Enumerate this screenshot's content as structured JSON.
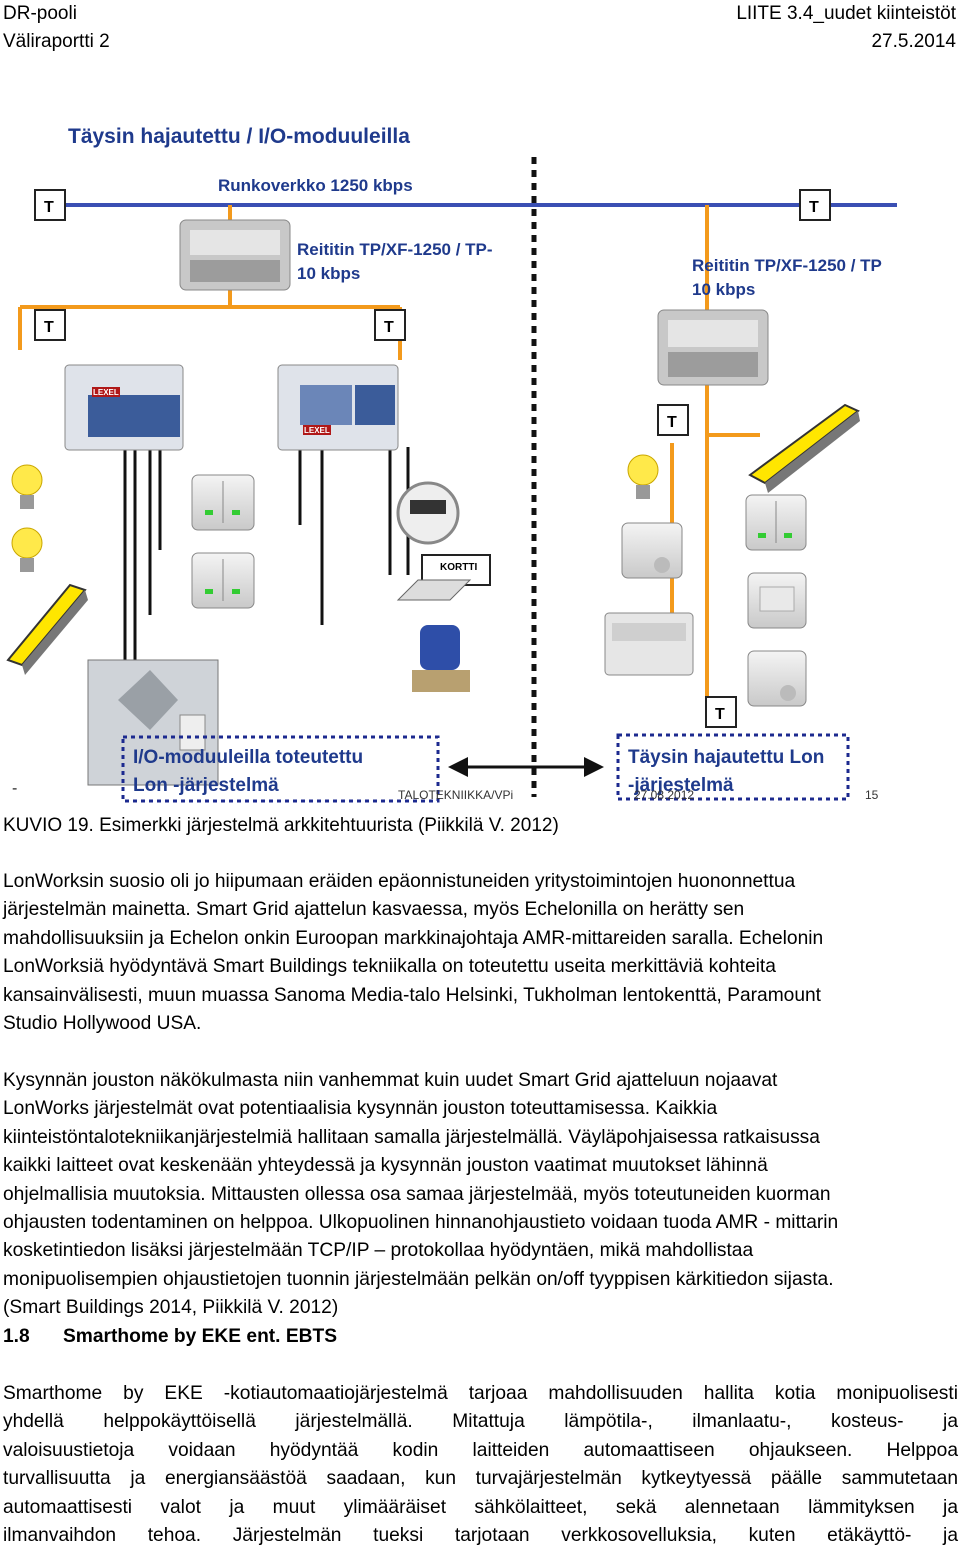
{
  "header": {
    "left_line1": "DR-pooli",
    "left_line2": "Väliraportti 2",
    "right_line1": "LIITE 3.4_uudet kiinteistöt",
    "right_line2": "27.5.2014"
  },
  "figure": {
    "title": "Täysin hajautettu / I/O-moduuleilla",
    "backbone_label": "Runkoverkko 1250 kbps",
    "router_left_label_1": "Reititin TP/XF-1250 / TP-",
    "router_left_label_2": "10 kbps",
    "router_right_label_1": "Reititin TP/XF-1250 / TP",
    "router_right_label_2": "10 kbps",
    "terminator": "T",
    "card_label": "KORTTI",
    "module1_label": "LEXEL",
    "module2_label": "LEXEL",
    "box_left_line1": "I/O-moduuleilla toteutettu",
    "box_left_line2": "Lon -järjestelmä",
    "box_right_line1": "Täysin hajautettu Lon",
    "box_right_line2": "-järjestelmä",
    "footer_org": "TALOTEKNIIKKA/VPi",
    "footer_date": "27.08.2012",
    "footer_page": "15",
    "footer_dash": "-"
  },
  "caption": "KUVIO 19. Esimerkki järjestelmä arkkitehtuurista (Piikkilä V. 2012)",
  "para1": [
    "LonWorksin suosio oli jo hiipumaan eräiden epäonnistuneiden yritystoimintojen huononnettua",
    "järjestelmän mainetta. Smart Grid ajattelun kasvaessa, myös Echelonilla on herätty sen",
    "mahdollisuuksiin ja Echelon onkin Euroopan markkinajohtaja AMR-mittareiden saralla. Echelonin",
    "LonWorksiä hyödyntävä Smart Buildings tekniikalla on toteutettu useita merkittäviä kohteita",
    "kansainvälisesti, muun muassa Sanoma Media-talo Helsinki, Tukholman lentokenttä, Paramount",
    "Studio Hollywood USA."
  ],
  "para2": [
    "Kysynnän jouston näkökulmasta niin vanhemmat kuin uudet Smart Grid ajatteluun nojaavat",
    "LonWorks järjestelmät ovat potentiaalisia kysynnän jouston toteuttamisessa. Kaikkia",
    "kiinteistöntalotekniikanjärjestelmiä hallitaan samalla järjestelmällä. Väyläpohjaisessa ratkaisussa",
    "kaikki laitteet ovat keskenään yhteydessä ja kysynnän jouston vaatimat muutokset lähinnä",
    "ohjelmallisia muutoksia. Mittausten ollessa osa samaa järjestelmää, myös toteutuneiden kuorman",
    "ohjausten todentaminen on helppoa. Ulkopuolinen hinnanohjaustieto voidaan tuoda AMR - mittarin",
    "kosketintiedon lisäksi järjestelmään TCP/IP – protokollaa hyödyntäen, mikä mahdollistaa",
    "monipuolisempien ohjaustietojen tuonnin järjestelmään pelkän on/off tyyppisen kärkitiedon sijasta.",
    "(Smart Buildings 2014, Piikkilä V. 2012)"
  ],
  "heading": {
    "number": "1.8",
    "title": "Smarthome by EKE ent. EBTS"
  },
  "para3": [
    "Smarthome by EKE -kotiautomaatiojärjestelmä tarjoaa mahdollisuuden hallita kotia monipuolisesti",
    "yhdellä helppokäyttöisellä järjestelmällä. Mitattuja lämpötila-, ilmanlaatu-, kosteus- ja",
    "valoisuustietoja voidaan hyödyntää kodin laitteiden automaattiseen ohjaukseen. Helppoa",
    "turvallisuutta ja energiansäästöä saadaan, kun turvajärjestelmän kytkeytyessä päälle sammutetaan",
    "automaattisesti valot ja muut ylimääräiset sähkölaitteet, sekä alennetaan lämmityksen ja",
    "ilmanvaihdon tehoa. Järjestelmän tueksi tarjotaan verkkosovelluksia, kuten etäkäyttö- ja"
  ],
  "colors": {
    "backbone_blue": "#3a4fb3",
    "bus_orange": "#f39a1c",
    "label_blue": "#1f3a8c",
    "box_border": "#1c2a8f"
  }
}
